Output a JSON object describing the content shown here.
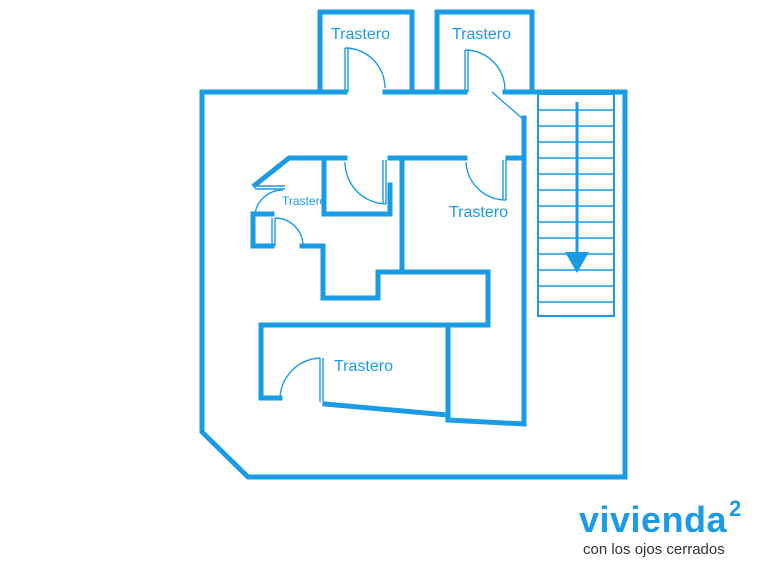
{
  "rooms": {
    "trastero_top_left": "Trastero",
    "trastero_top_right": "Trastero",
    "trastero_small": "Trastero",
    "trastero_mid_right": "Trastero",
    "trastero_bottom": "Trastero"
  },
  "logo": {
    "word": "vivienda",
    "superscript": "2",
    "tagline": "con los ojos cerrados"
  },
  "colors": {
    "wall": "#1a9be6",
    "tagline": "#333333"
  }
}
